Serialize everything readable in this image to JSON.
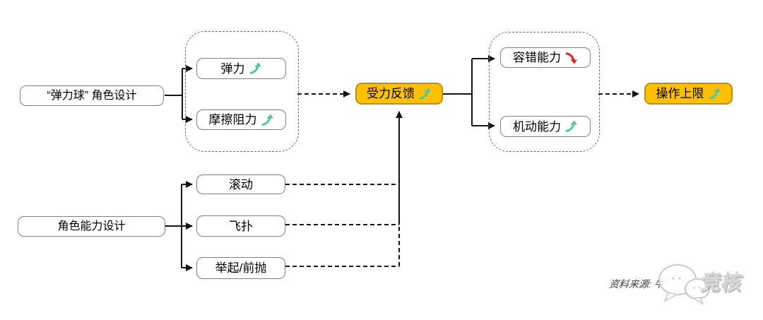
{
  "diagram_title": "",
  "nodes": {
    "ball_design": {
      "label": "“弹力球” 角色设计",
      "trend": null
    },
    "elasticity": {
      "label": "弹力",
      "trend": "up"
    },
    "friction": {
      "label": "摩擦阻力",
      "trend": "up"
    },
    "force_feedback": {
      "label": "受力反馈",
      "trend": "up"
    },
    "error_tolerance": {
      "label": "容错能力",
      "trend": "down"
    },
    "mobility": {
      "label": "机动能力",
      "trend": "up"
    },
    "operation_ceiling": {
      "label": "操作上限",
      "trend": "up"
    },
    "ability_design": {
      "label": "角色能力设计",
      "trend": null
    },
    "roll": {
      "label": "滚动",
      "trend": null
    },
    "dive": {
      "label": "飞扑",
      "trend": null
    },
    "lift_throw": {
      "label": "举起/前抛",
      "trend": null
    }
  },
  "edges": [
    {
      "from": "ball_design",
      "to": "elasticity",
      "style": "solid"
    },
    {
      "from": "ball_design",
      "to": "friction",
      "style": "solid"
    },
    {
      "from": "ball_factors_group",
      "to": "force_feedback",
      "style": "dashed"
    },
    {
      "from": "force_feedback",
      "to": "error_tolerance",
      "style": "solid"
    },
    {
      "from": "force_feedback",
      "to": "mobility",
      "style": "solid"
    },
    {
      "from": "outcome_group",
      "to": "operation_ceiling",
      "style": "dashed"
    },
    {
      "from": "ability_design",
      "to": "roll",
      "style": "solid"
    },
    {
      "from": "ability_design",
      "to": "dive",
      "style": "solid"
    },
    {
      "from": "ability_design",
      "to": "lift_throw",
      "style": "solid"
    },
    {
      "from": "roll",
      "to": "force_feedback",
      "style": "dashed"
    },
    {
      "from": "dive",
      "to": "force_feedback",
      "style": "dashed"
    },
    {
      "from": "lift_throw",
      "to": "force_feedback",
      "style": "dashed"
    }
  ],
  "footer": {
    "source_label": "资料来源: 牛",
    "watermark": "竞核"
  },
  "colors": {
    "highlight_orange": "#FFC000",
    "trend_up_green": "#52C79B",
    "trend_down_red": "#E8281E",
    "node_border": "#808080",
    "group_border": "#6B6B6B",
    "connector": "#141414"
  }
}
